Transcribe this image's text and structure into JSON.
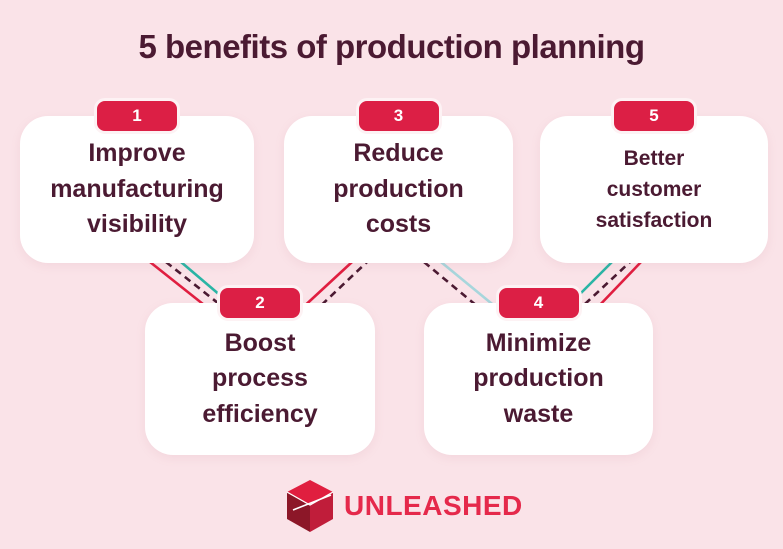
{
  "title": "5 benefits of production planning",
  "cards": [
    {
      "number": "1",
      "lines": [
        "Improve",
        "manufacturing",
        "visibility"
      ]
    },
    {
      "number": "2",
      "lines": [
        "Boost",
        "process",
        "efficiency"
      ]
    },
    {
      "number": "3",
      "lines": [
        "Reduce",
        "production",
        "costs"
      ]
    },
    {
      "number": "4",
      "lines": [
        "Minimize",
        "production",
        "waste"
      ]
    },
    {
      "number": "5",
      "lines": [
        "Better",
        "customer",
        "satisfaction"
      ]
    }
  ],
  "logo": {
    "brand": "UNLEASHED",
    "icon": "cube-icon"
  },
  "colors": {
    "background": "#fae3e8",
    "card_bg": "#ffffff",
    "badge_red": "#dc1f45",
    "text_dark": "#4b1a32",
    "logo_red": "#e5294b",
    "cube_top": "#e01e3f",
    "cube_left": "#8c1728",
    "cube_right": "#c01d3a",
    "line_red": "#e01e40",
    "line_teal": "#2ab5a5",
    "line_pale_blue": "#a7d6dc",
    "line_dark_dash": "#4b1a32"
  }
}
